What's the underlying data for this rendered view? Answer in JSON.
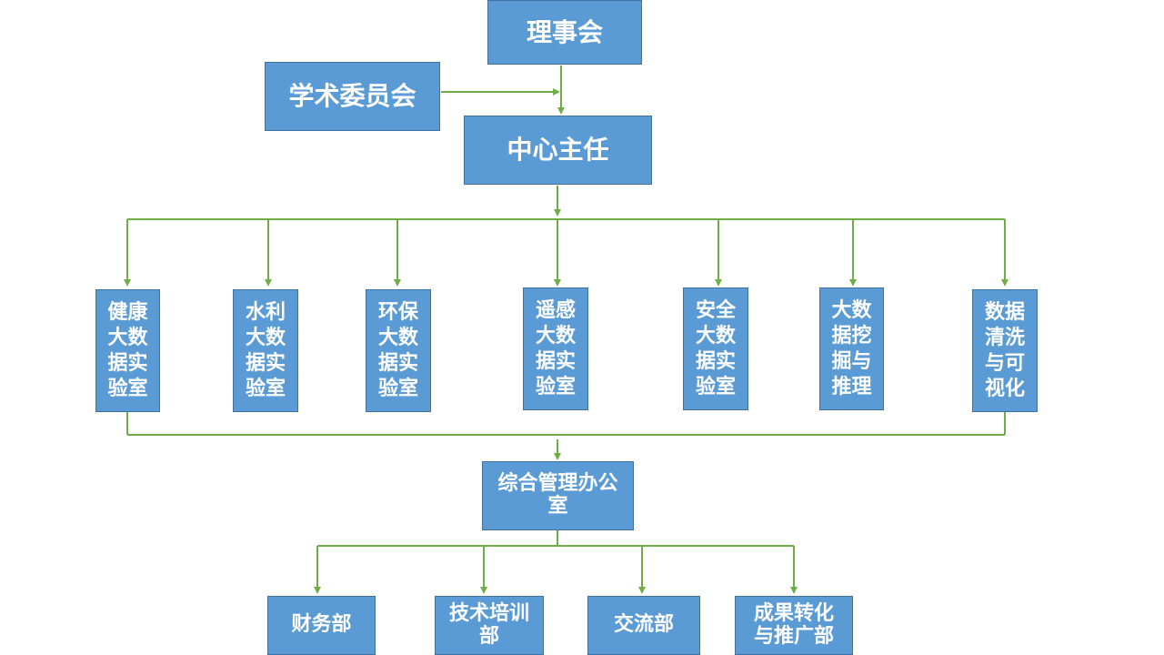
{
  "colors": {
    "box_fill": "#5b9bd5",
    "box_border": "#41719c",
    "connector": "#70ad47",
    "text": "#ffffff"
  },
  "top": {
    "council": "理事会",
    "academic_committee": "学术委员会",
    "director": "中心主任"
  },
  "labs": [
    "健康大数据实验室",
    "水利大数据实验室",
    "环保大数据实验室",
    "遥感大数据实验室",
    "安全大数据实验室",
    "大数据挖掘与推理",
    "数据清洗与可视化"
  ],
  "office": "综合管理办公室",
  "departments": [
    "财务部",
    "技术培训部",
    "交流部",
    "成果转化与推广部"
  ]
}
